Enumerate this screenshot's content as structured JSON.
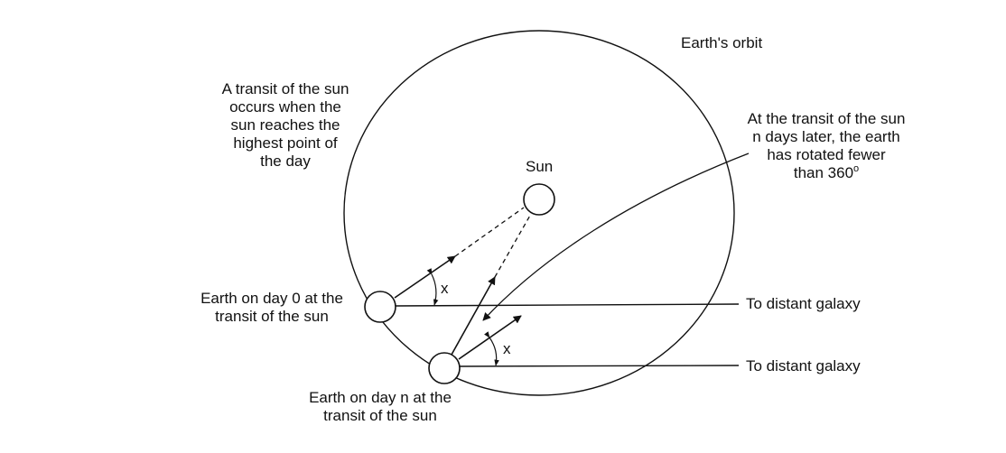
{
  "labels": {
    "orbit": "Earth's orbit",
    "transit_definition": [
      "A transit of the sun",
      "occurs when the",
      "sun reaches the",
      "highest point of",
      "the day"
    ],
    "later_transit": [
      "At the transit of the sun",
      "n days later, the earth",
      "has rotated fewer",
      "than 360"
    ],
    "degree_symbol": "o",
    "sun": "Sun",
    "earth_day0": [
      "Earth on day 0 at the",
      "transit of the sun"
    ],
    "earth_dayn": [
      "Earth on day n at the",
      "transit of the sun"
    ],
    "galaxy_top": "To distant galaxy",
    "galaxy_bottom": "To distant galaxy",
    "angle_top": "x",
    "angle_bottom": "x"
  },
  "colors": {
    "ink": "#111111",
    "background": "#ffffff"
  }
}
